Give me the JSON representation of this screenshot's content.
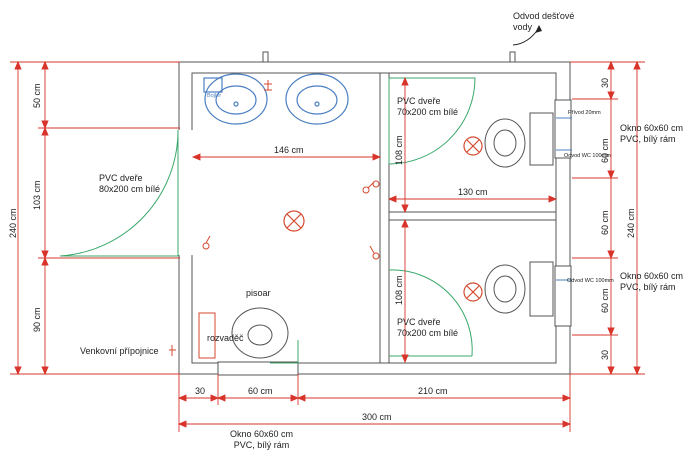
{
  "labels": {
    "drain": "Odvod dešťové\nvody",
    "window_top_right": "Okno 60x60 cm\nPVC, bílý rám",
    "window_bottom_right": "Okno 60x60 cm\nPVC, bílý rám",
    "window_bottom": "Okno 60x60 cm\nPVC, bílý rám",
    "door_main": "PVC dveře\n80x200 cm bílé",
    "door_top_wc": "PVC dveře\n70x200 cm bílé",
    "door_bottom_wc": "PVC dveře\n70x200 cm bílé",
    "pisoar": "pisoar",
    "rozvadec": "rozvaděč",
    "external_connection": "Venkovní přípojnice",
    "boiler": "Bojler",
    "vent_top": "Přívod 20mm",
    "vent_wc1": "Odvod WC 100mm",
    "vent_wc2": "Odvod WC 100mm"
  },
  "dimensions": {
    "left_top": "50 cm",
    "left_middle": "103 cm",
    "left_bottom": "90 cm",
    "left_total": "240 cm",
    "right_top": "30",
    "right_upper_window": "60 cm",
    "right_middle": "60 cm",
    "right_lower_window": "60 cm",
    "right_bottom": "30",
    "right_total": "240 cm",
    "inner_width": "146 cm",
    "wc_width": "130 cm",
    "wc_top_height": "108 cm",
    "wc_bottom_height": "108 cm",
    "bottom_first": "30",
    "bottom_window": "60 cm",
    "bottom_rest": "210 cm",
    "bottom_total": "300 cm"
  }
}
